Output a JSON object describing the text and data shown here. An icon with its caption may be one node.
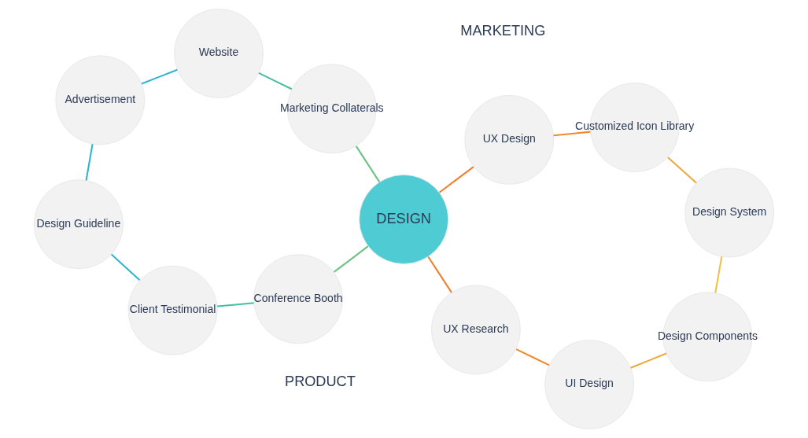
{
  "diagram": {
    "nodes": [
      {
        "text": [
          "DESIGN"
        ]
      },
      {
        "text": [
          "Marketing Collaterals"
        ]
      },
      {
        "text": [
          "Website"
        ]
      },
      {
        "text": [
          "Advertisement"
        ]
      },
      {
        "text": [
          "Design Guideline"
        ]
      },
      {
        "text": [
          "Client Testimonial"
        ]
      },
      {
        "text": [
          "Conference Booth"
        ]
      },
      {
        "text": [
          "UX Research"
        ]
      },
      {
        "text": [
          "UI Design"
        ]
      },
      {
        "text": [
          "Design Components"
        ]
      },
      {
        "text": [
          "Design System"
        ]
      },
      {
        "text": [
          "Customized Icon Library"
        ]
      },
      {
        "text": [
          "UX Design"
        ]
      }
    ],
    "edges": [
      {
        "from": 0,
        "to": 1,
        "arrow": "none",
        "color": "#6cc183"
      },
      {
        "from": 1,
        "to": 2,
        "arrow": "none",
        "color": "#45bfa0"
      },
      {
        "from": 2,
        "to": 3,
        "arrow": "none",
        "color": "#2fb4cf"
      },
      {
        "from": 3,
        "to": 4,
        "arrow": "none",
        "color": "#2fb4cf"
      },
      {
        "from": 4,
        "to": 5,
        "arrow": "none",
        "color": "#2fb4cf"
      },
      {
        "from": 5,
        "to": 6,
        "arrow": "none",
        "color": "#45bfa0"
      },
      {
        "from": 6,
        "to": 0,
        "arrow": "none",
        "color": "#6cc183"
      },
      {
        "from": 0,
        "to": 7,
        "arrow": "none",
        "color": "#f07f2d"
      },
      {
        "from": 7,
        "to": 8,
        "arrow": "none",
        "color": "#f08a2d"
      },
      {
        "from": 8,
        "to": 9,
        "arrow": "none",
        "color": "#eca83c"
      },
      {
        "from": 9,
        "to": 10,
        "arrow": "none",
        "color": "#efc04a"
      },
      {
        "from": 10,
        "to": 11,
        "arrow": "none",
        "color": "#eca83c"
      },
      {
        "from": 11,
        "to": 12,
        "arrow": "none",
        "color": "#f08a2d"
      },
      {
        "from": 12,
        "to": 0,
        "arrow": "none",
        "color": "#f07f2d"
      }
    ],
    "labels": [
      "MARKETING",
      "PRODUCT"
    ]
  }
}
